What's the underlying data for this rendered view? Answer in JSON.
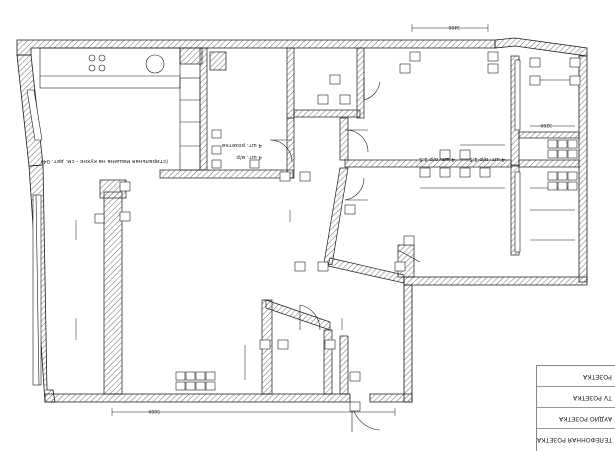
{
  "legend": {
    "items": [
      {
        "label": "РОЗЕТКА"
      },
      {
        "label": "TV РОЗЕТКА"
      },
      {
        "label": "АУДИО РОЗЕТКА"
      },
      {
        "label": "ТЕЛЕФОННАЯ РОЗЕТКА"
      }
    ]
  },
  "annotations": {
    "kitchen_note": "(стиральная машина на кухне - см. дет. 04)",
    "bath_note_1": "4 шт. розетка",
    "bath_note_2": "4 шт. в/р",
    "hall_note_1": "4 шт. в/р 1.5",
    "hall_note_2": "4 шт. в/р 1.5",
    "dim_top_1": "3400",
    "dim_top_2": "3200",
    "dim_bottom": "5000"
  },
  "colors": {
    "line": "#1a1a1a",
    "hatch": "#6e6e6e",
    "symbol": "#222222"
  }
}
